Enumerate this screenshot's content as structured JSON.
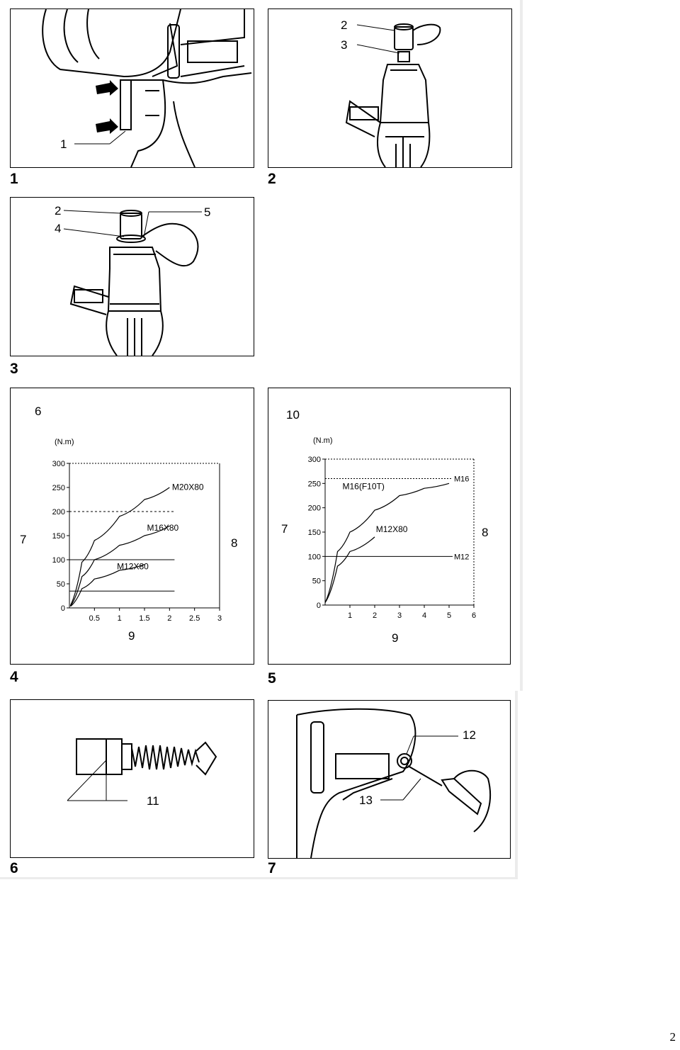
{
  "page_number": "2",
  "figures": [
    {
      "number": "1",
      "callouts": [
        "1"
      ]
    },
    {
      "number": "2",
      "callouts": [
        "2",
        "3"
      ]
    },
    {
      "number": "3",
      "callouts": [
        "2",
        "4",
        "5"
      ]
    },
    {
      "number": "4",
      "callouts": [
        "6",
        "7",
        "8",
        "9"
      ]
    },
    {
      "number": "5",
      "callouts": [
        "10",
        "7",
        "8",
        "9"
      ]
    },
    {
      "number": "6",
      "callouts": [
        "11"
      ]
    },
    {
      "number": "7",
      "callouts": [
        "12",
        "13"
      ]
    }
  ],
  "chart_data": [
    {
      "type": "line",
      "unit": "(N.m)",
      "x_ticks": [
        "0.5",
        "1",
        "1.5",
        "2",
        "2.5",
        "3"
      ],
      "y_ticks": [
        "0",
        "50",
        "100",
        "150",
        "200",
        "250",
        "300"
      ],
      "xlim": [
        0,
        3
      ],
      "ylim": [
        0,
        300
      ],
      "series": [
        {
          "name": "M20X80",
          "x": [
            0.02,
            0.25,
            0.5,
            1,
            1.5,
            2
          ],
          "y": [
            5,
            95,
            140,
            190,
            225,
            250
          ]
        },
        {
          "name": "M16X80",
          "x": [
            0.02,
            0.25,
            0.5,
            1,
            1.5,
            2
          ],
          "y": [
            4,
            65,
            100,
            130,
            150,
            170
          ]
        },
        {
          "name": "M12X80",
          "x": [
            0.02,
            0.25,
            0.5,
            1,
            1.5
          ],
          "y": [
            3,
            40,
            60,
            78,
            90
          ]
        }
      ],
      "reference_lines": [
        100,
        35
      ]
    },
    {
      "type": "line",
      "unit": "(N.m)",
      "x_ticks": [
        "1",
        "2",
        "3",
        "4",
        "5",
        "6"
      ],
      "y_ticks": [
        "0",
        "50",
        "100",
        "150",
        "200",
        "250",
        "300"
      ],
      "xlim": [
        0,
        6
      ],
      "ylim": [
        0,
        300
      ],
      "series": [
        {
          "name": "M16(F10T)",
          "x": [
            0,
            0.5,
            1,
            2,
            3,
            4,
            5
          ],
          "y": [
            5,
            110,
            150,
            195,
            225,
            240,
            250
          ]
        },
        {
          "name": "M12X80",
          "x": [
            0,
            0.5,
            1,
            2,
            2
          ],
          "y": [
            5,
            80,
            110,
            140,
            140
          ]
        }
      ],
      "reference_lines": [
        {
          "label": "M16",
          "y": 260
        },
        {
          "label": "M12",
          "y": 100
        }
      ]
    }
  ]
}
